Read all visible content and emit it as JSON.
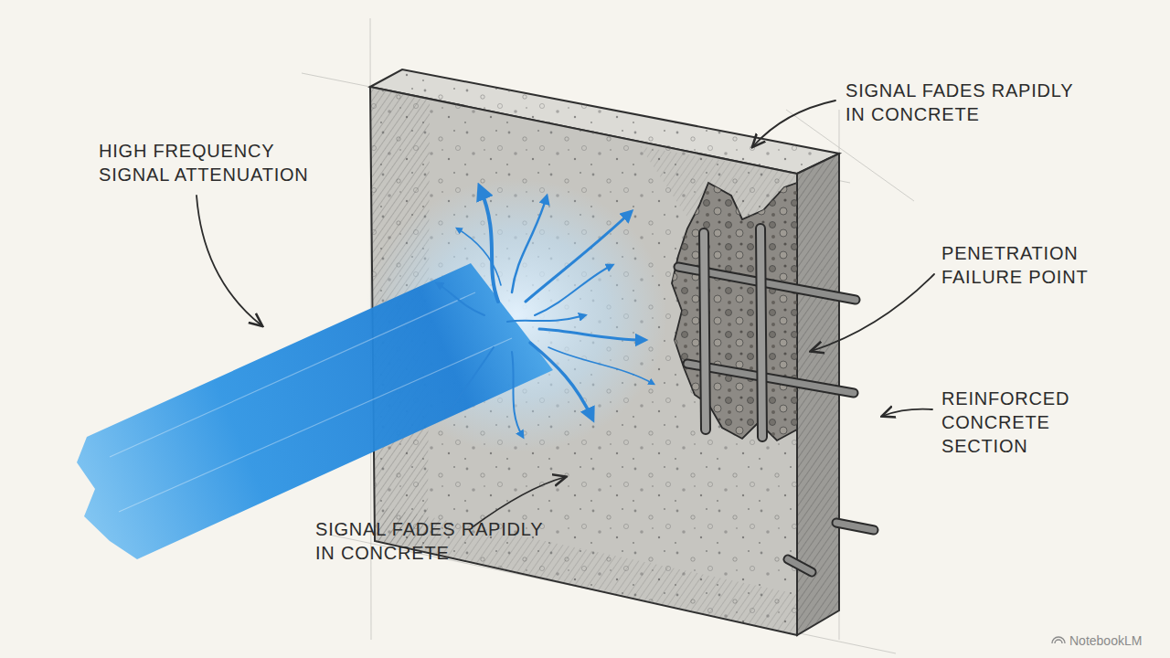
{
  "diagram": {
    "labels": [
      "HIGH FREQUENCY SIGNAL ATTENUATION",
      "SIGNAL FADES RAPIDLY IN CONCRETE",
      "PENETRATION FAILURE POINT",
      "REINFORCED CONCRETE SECTION",
      "SIGNAL FADES RAPIDLY IN CONCRETE",
      "NotebookLM"
    ]
  }
}
